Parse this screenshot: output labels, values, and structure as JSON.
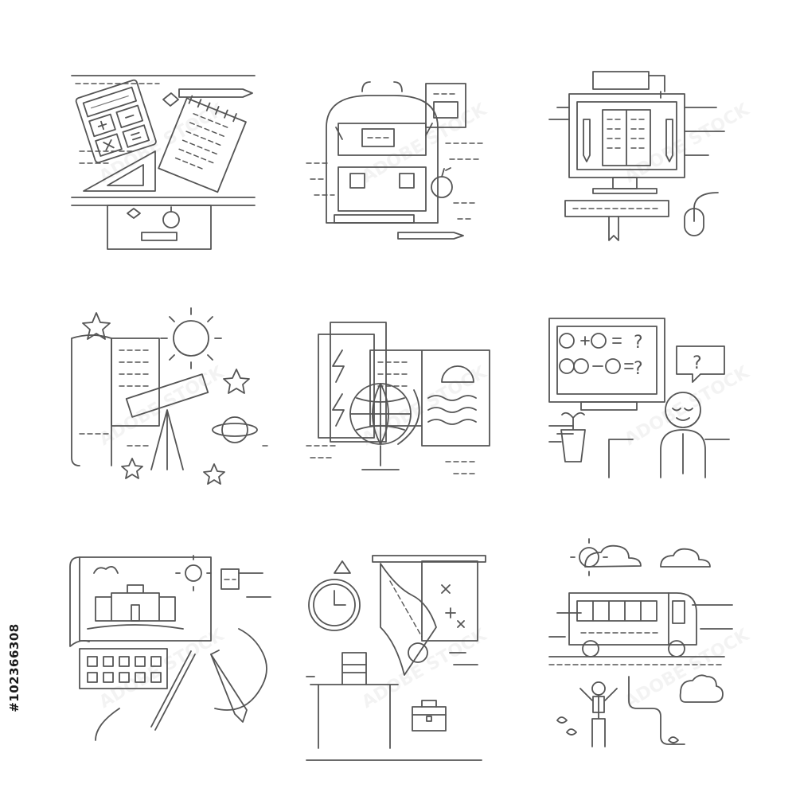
{
  "stock_id": "#102366308",
  "watermark": "ADOBE STOCK",
  "icons": [
    {
      "name": "school-supplies-desk"
    },
    {
      "name": "school-backpack"
    },
    {
      "name": "online-education"
    },
    {
      "name": "astronomy-lesson"
    },
    {
      "name": "geography-lesson"
    },
    {
      "name": "math-lesson-boy"
    },
    {
      "name": "drawing-lesson"
    },
    {
      "name": "classroom"
    },
    {
      "name": "school-bus"
    }
  ]
}
